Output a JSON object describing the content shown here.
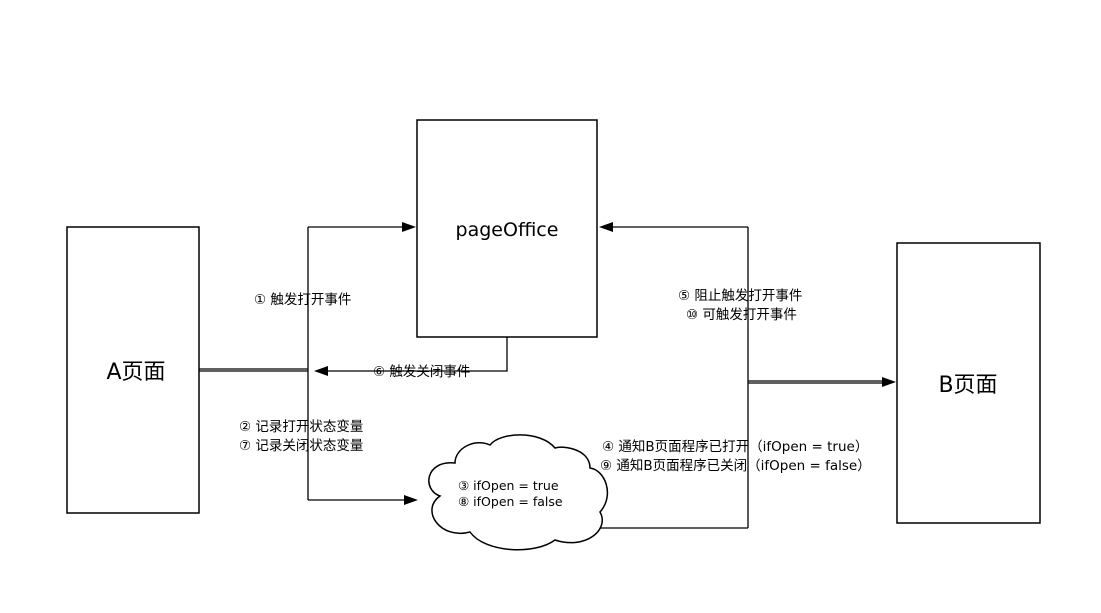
{
  "nodes": {
    "page_a": "A页面",
    "page_office": "pageOffice",
    "page_b": "B页面"
  },
  "state": {
    "line1": "③ ifOpen = true",
    "line2": "⑧ ifOpen = false"
  },
  "labels": {
    "trigger_open": "① 触发打开事件",
    "trigger_close": "⑥ 触发关闭事件",
    "record_open": "② 记录打开状态变量",
    "record_close": "⑦ 记录关闭状态变量",
    "block_open": "⑤ 阻止触发打开事件",
    "allow_open": "⑩ 可触发打开事件",
    "notify_open": "④ 通知B页面程序已打开（ifOpen = true）",
    "notify_close": "⑨ 通知B页面程序已关闭（ifOpen = false）"
  }
}
